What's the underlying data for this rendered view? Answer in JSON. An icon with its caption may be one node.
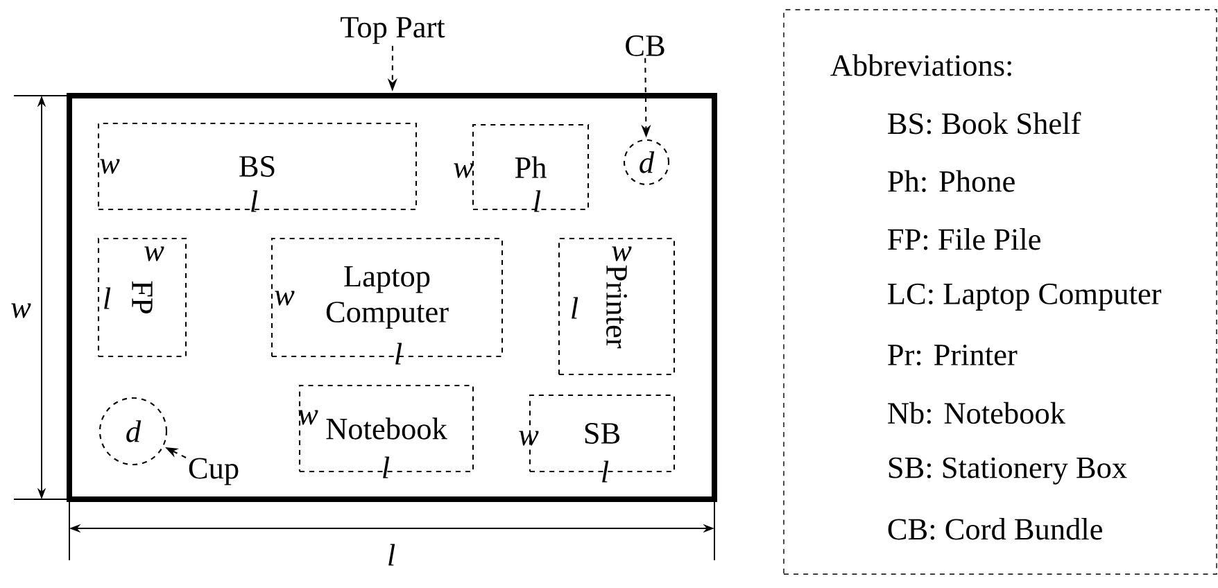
{
  "diagram": {
    "nodes": [
      {
        "text": [],
        "shape": "box"
      },
      {
        "text": [
          "w",
          "BS",
          "l"
        ],
        "in": 0
      },
      {
        "text": [
          "w",
          "Ph",
          "l"
        ],
        "in": 0
      },
      {
        "text": [
          "d"
        ],
        "in": 0
      },
      {
        "text": [
          "w",
          "l",
          "FP"
        ],
        "in": 0
      },
      {
        "text": [
          "w",
          "Laptop Computer",
          "l"
        ],
        "in": 0
      },
      {
        "text": [
          "w",
          "l",
          "Printer"
        ],
        "in": 0
      },
      {
        "text": [
          "w",
          "Notebook",
          "l"
        ],
        "in": 0
      },
      {
        "text": [
          "w",
          "SB",
          "l"
        ],
        "in": 0
      },
      {
        "text": [
          "d"
        ],
        "in": 0
      },
      {
        "text": [
          "Top Part"
        ]
      },
      {
        "text": [
          "CB"
        ]
      },
      {
        "text": [
          "Cup"
        ],
        "in": 0
      },
      {
        "text": [
          "Abbreviations:",
          "BS: Book Shelf",
          "Ph: Phone",
          "FP: File Pile",
          "LC: Laptop Computer",
          "Pr: Printer",
          "Nb: Notebook",
          "SB: Stationery Box",
          "CB: Cord Bundle"
        ]
      }
    ],
    "edges": [
      {
        "from": 10,
        "to": 0,
        "arrow": "to",
        "style": "dashed"
      },
      {
        "from": 11,
        "to": 3,
        "arrow": "to",
        "style": "dashed"
      },
      {
        "from": 12,
        "to": 9,
        "arrow": "to",
        "style": "dashed"
      }
    ],
    "labels": [
      "w",
      "l"
    ]
  }
}
